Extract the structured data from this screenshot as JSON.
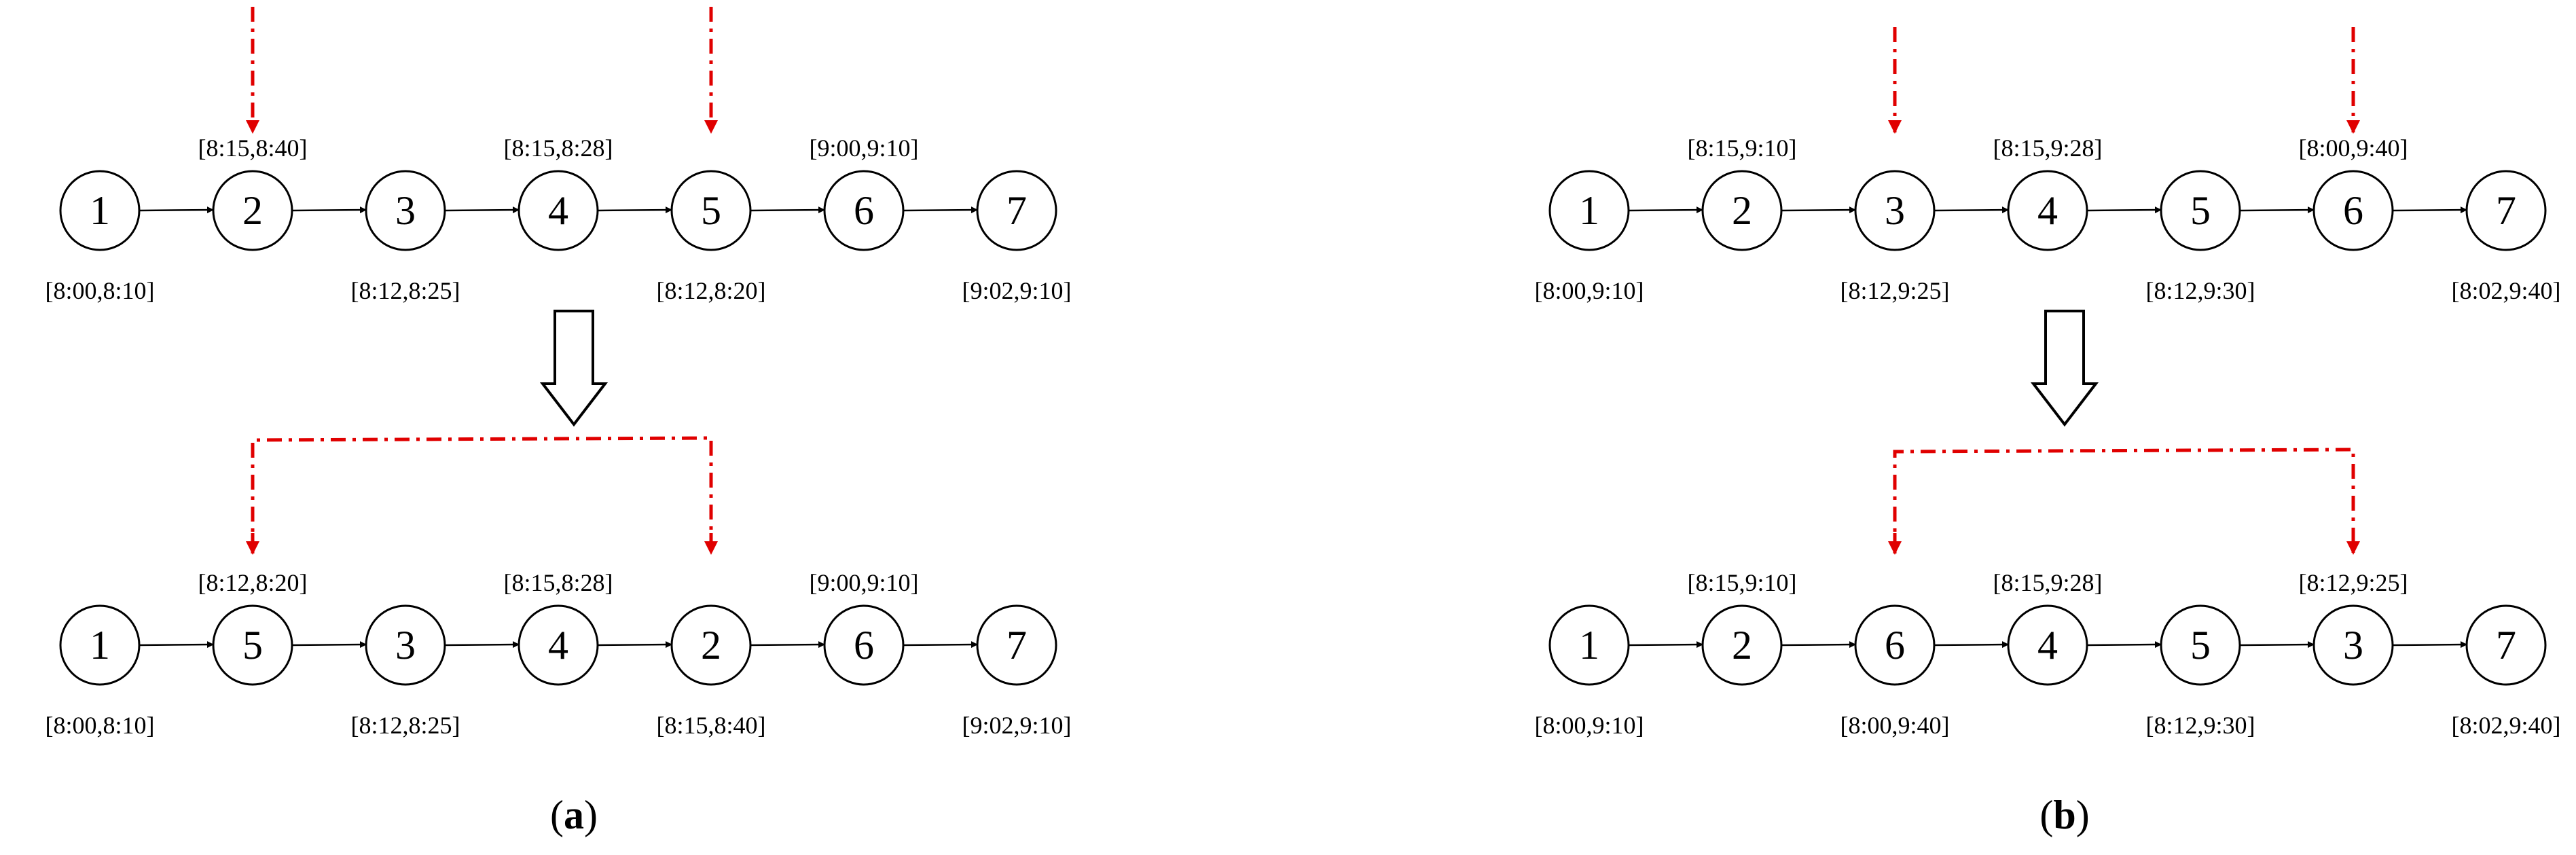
{
  "highlight_color": "#e00000",
  "panels": [
    {
      "label_open": "(",
      "label_letter": "a",
      "label_close": ")",
      "before": {
        "nodes": [
          "1",
          "2",
          "3",
          "4",
          "5",
          "6",
          "7"
        ],
        "windows": [
          "[8:00,8:10]",
          "[8:15,8:40]",
          "[8:12,8:25]",
          "[8:15,8:28]",
          "[8:12,8:20]",
          "[9:00,9:10]",
          "[9:02,9:10]"
        ],
        "highlighted_window": 4,
        "swap_positions": [
          2,
          5
        ]
      },
      "after": {
        "nodes": [
          "1",
          "5",
          "3",
          "4",
          "2",
          "6",
          "7"
        ],
        "windows": [
          "[8:00,8:10]",
          "[8:12,8:20]",
          "[8:12,8:25]",
          "[8:15,8:28]",
          "[8:15,8:40]",
          "[9:00,9:10]",
          "[9:02,9:10]"
        ]
      }
    },
    {
      "label_open": "(",
      "label_letter": "b",
      "label_close": ")",
      "before": {
        "nodes": [
          "1",
          "2",
          "3",
          "4",
          "5",
          "6",
          "7"
        ],
        "windows": [
          "[8:00,9:10]",
          "[8:15,9:10]",
          "[8:12,9:25]",
          "[8:15,9:28]",
          "[8:12,9:30]",
          "[8:00,9:40]",
          "[8:02,9:40]"
        ],
        "highlighted_window": -1,
        "swap_positions": [
          3,
          6
        ]
      },
      "after": {
        "nodes": [
          "1",
          "2",
          "6",
          "4",
          "5",
          "3",
          "7"
        ],
        "windows": [
          "[8:00,9:10]",
          "[8:15,9:10]",
          "[8:00,9:40]",
          "[8:15,9:28]",
          "[8:12,9:30]",
          "[8:12,9:25]",
          "[8:02,9:40]"
        ]
      }
    }
  ]
}
